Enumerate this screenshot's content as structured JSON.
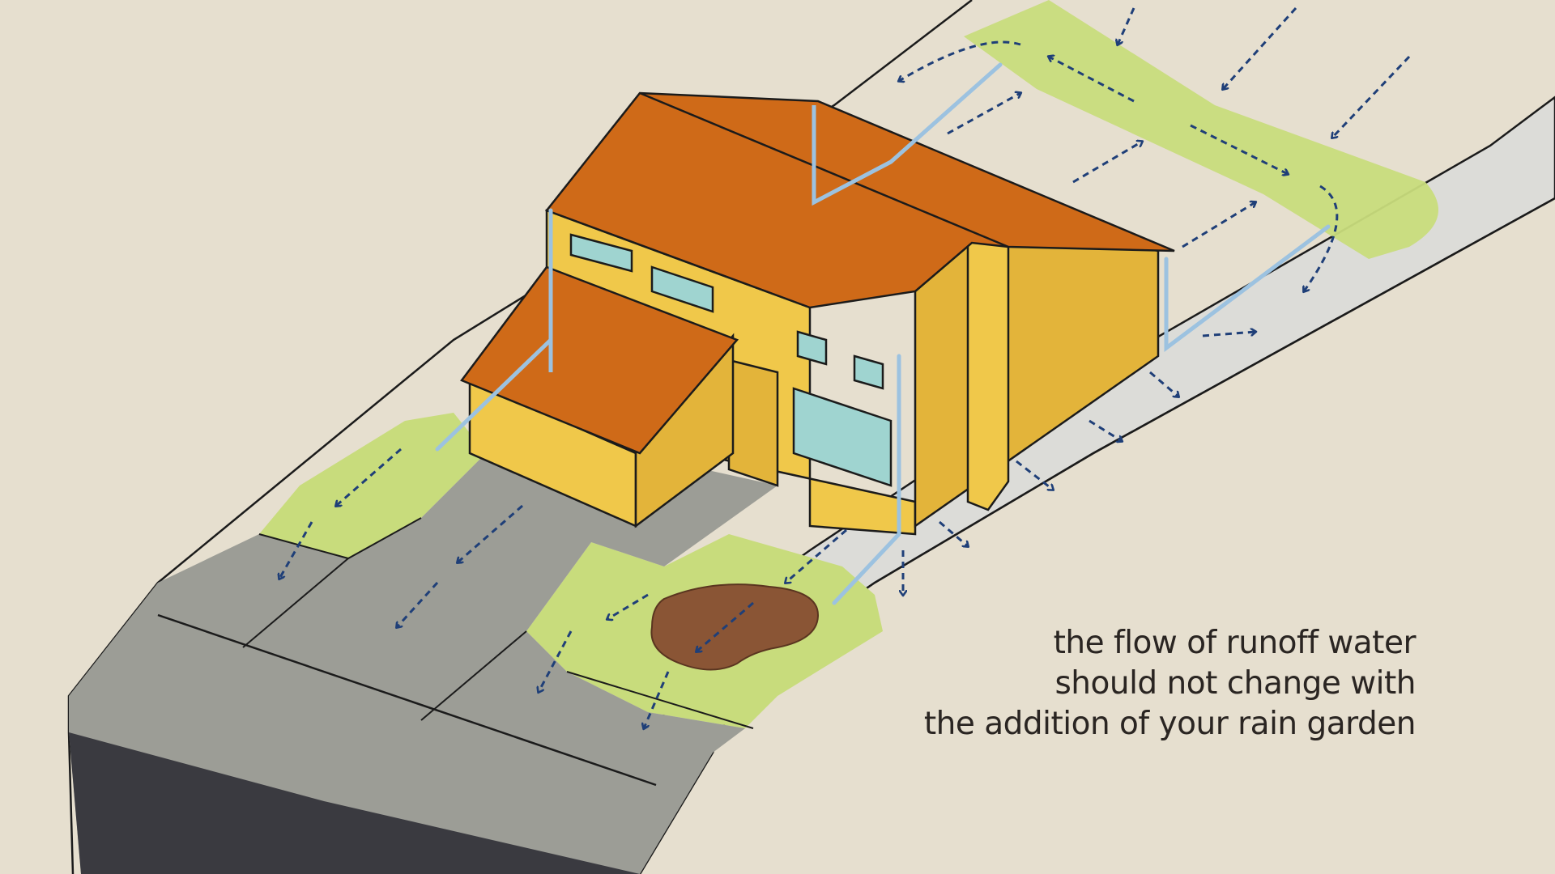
{
  "caption": {
    "lines": [
      "the flow of runoff water",
      "should not change with",
      "the addition of your rain garden"
    ]
  },
  "colors": {
    "background": "#e6dfcf",
    "lawn": "#c8dc7c",
    "roof": "#cf6a18",
    "wall": "#f0c84a",
    "wall_shade": "#e3b43a",
    "window": "#9fd4d0",
    "pavement": "#9c9d96",
    "pavement_edge": "#3a3a40",
    "rain_garden": "#8a5535",
    "downspout": "#9cc2e0",
    "flow_arrow": "#1f3f78",
    "outline": "#1b1b1b"
  },
  "icons": {
    "flow": "dashed-flow-arrow-icon",
    "downspout": "downspout-pipe-icon"
  }
}
